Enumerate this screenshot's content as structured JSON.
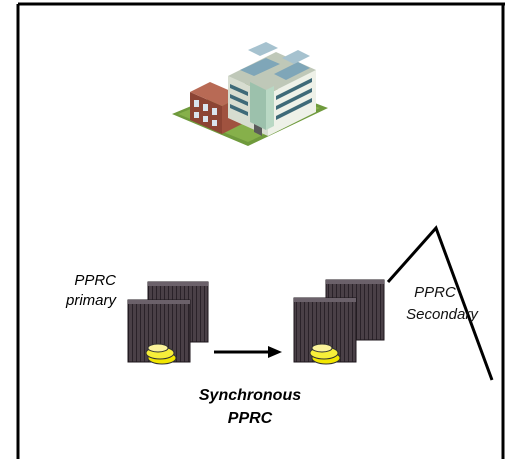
{
  "primary_label": [
    "PPRC",
    "primary"
  ],
  "secondary_label": [
    "PPRC",
    "Secondary"
  ],
  "link_label": [
    "Synchronous",
    "PPRC"
  ],
  "colors": {
    "frame": "#000000",
    "server_body": "#4a4047",
    "server_dark": "#2a2229",
    "disk": "#f2e600",
    "building_wall": "#e9eee2",
    "building_roof": "#8fb3a0",
    "brick": "#a0523f",
    "grass": "#6f9a3c"
  }
}
